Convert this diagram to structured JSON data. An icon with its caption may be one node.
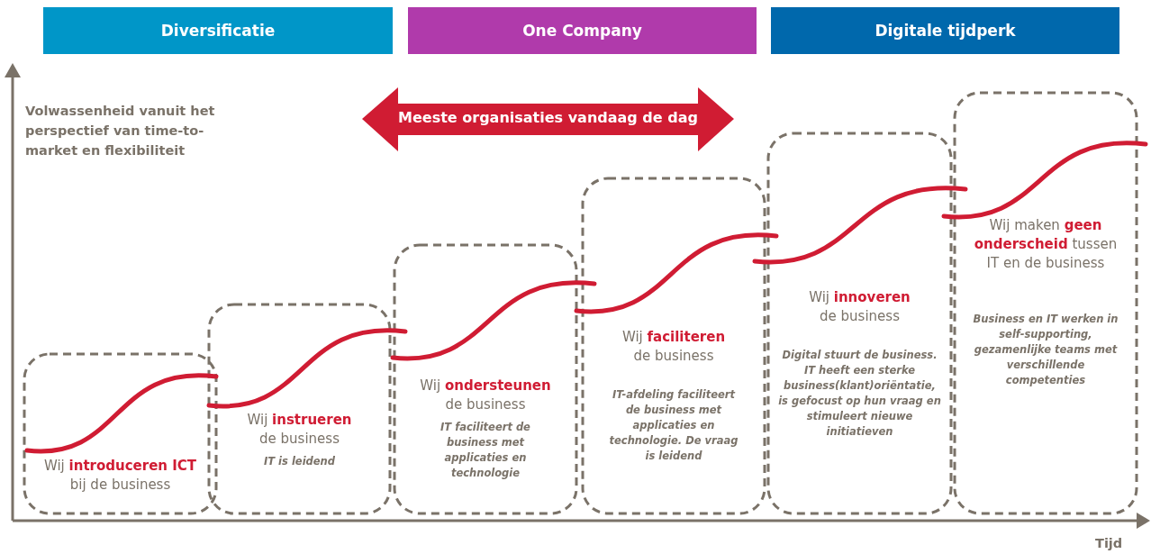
{
  "diagram": {
    "nodes": [
      {
        "text": [
          "Diversificatie"
        ]
      },
      {
        "text": [
          "One Company"
        ]
      },
      {
        "text": [
          "Digitale tijdperk"
        ]
      },
      {
        "text": [
          "Meeste organisaties vandaag de dag"
        ]
      },
      {
        "text": [
          "Wij **introduceren ICT** bij de business"
        ]
      },
      {
        "text": [
          "Wij **instrueren** de business",
          "IT is leidend"
        ]
      },
      {
        "text": [
          "Wij **ondersteunen** de business",
          "IT faciliteert de business met applicaties en technologie"
        ]
      },
      {
        "text": [
          "Wij **faciliteren** de business",
          "IT-afdeling faciliteert de business met applicaties en technologie. De vraag is leidend"
        ]
      },
      {
        "text": [
          "Wij **innoveren** de business",
          "Digital stuurt de business. IT heeft een sterke business(klant)oriëntatie, is gefocust op hun vraag en stimuleert nieuwe initiatieven"
        ]
      },
      {
        "text": [
          "Wij maken **geen onderscheid** tussen IT en de business",
          "Business en IT werken in self-supporting, gezamenlijke teams met verschillende competenties"
        ]
      }
    ],
    "labels": [
      "Volwassenheid vanuit het perspectief van time-to-market en flexibiliteit",
      "Tijd"
    ]
  }
}
